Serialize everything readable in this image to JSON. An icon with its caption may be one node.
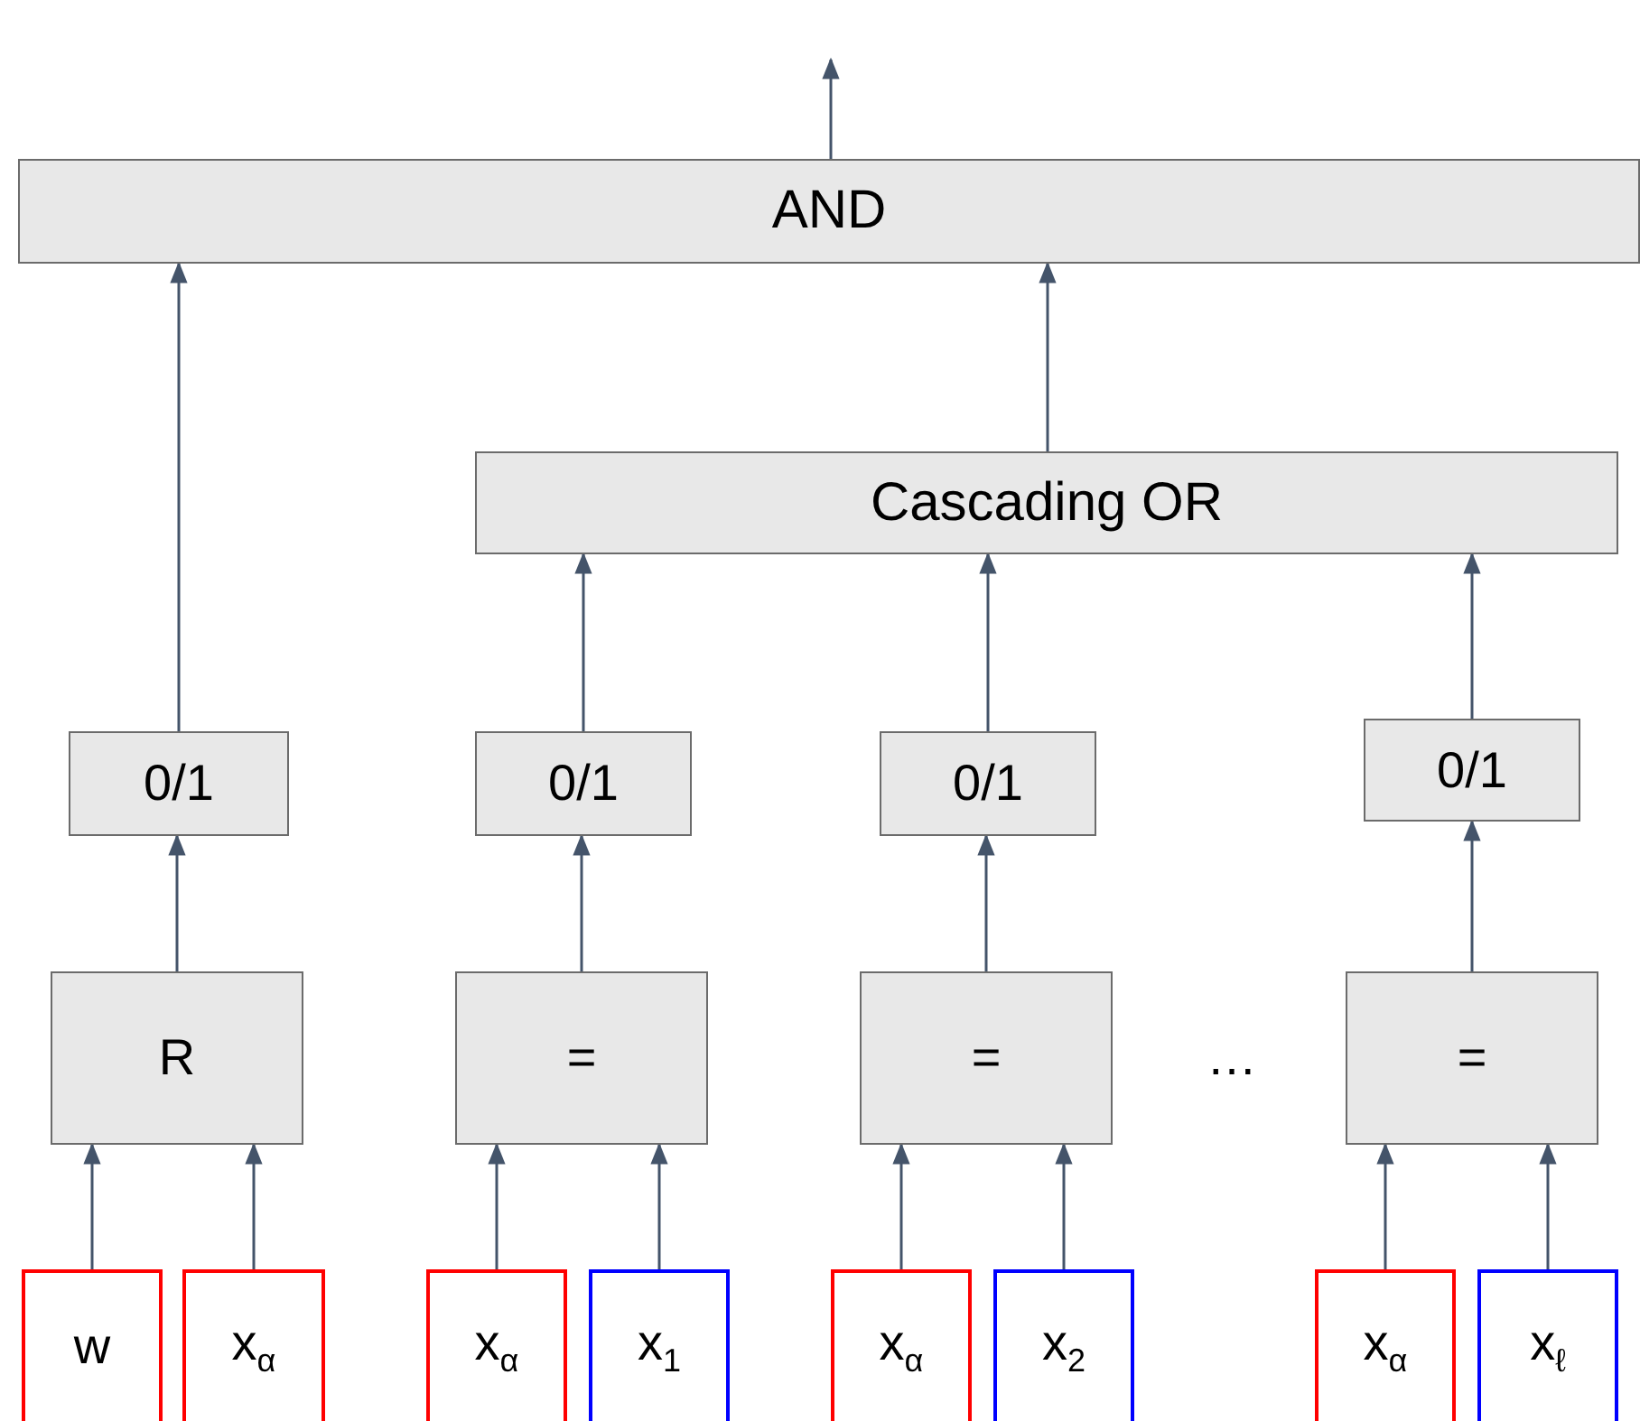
{
  "diagram": {
    "nodes": [
      {
        "text": [
          "AND"
        ]
      },
      {
        "text": [
          "Cascading OR"
        ]
      },
      {
        "text": [
          "0/1"
        ]
      },
      {
        "text": [
          "0/1"
        ]
      },
      {
        "text": [
          "0/1"
        ]
      },
      {
        "text": [
          "0/1"
        ]
      },
      {
        "text": [
          "R"
        ]
      },
      {
        "text": [
          "="
        ]
      },
      {
        "text": [
          "="
        ]
      },
      {
        "text": [
          "="
        ]
      },
      {
        "text": [
          "w"
        ]
      },
      {
        "text": [
          "x$_{α}$"
        ]
      },
      {
        "text": [
          "x$_{α}$"
        ]
      },
      {
        "text": [
          "x$_{1}$"
        ]
      },
      {
        "text": [
          "x$_{α}$"
        ]
      },
      {
        "text": [
          "x$_{2}$"
        ]
      },
      {
        "text": [
          "x$_{α}$"
        ]
      },
      {
        "text": [
          "x$_{ℓ}$"
        ]
      }
    ],
    "edges": [
      {
        "from": 0,
        "to": null,
        "arrow": "to"
      },
      {
        "from": 2,
        "to": 0,
        "arrow": "to"
      },
      {
        "from": 1,
        "to": 0,
        "arrow": "to"
      },
      {
        "from": 3,
        "to": 1,
        "arrow": "to"
      },
      {
        "from": 4,
        "to": 1,
        "arrow": "to"
      },
      {
        "from": 5,
        "to": 1,
        "arrow": "to"
      },
      {
        "from": 6,
        "to": 2,
        "arrow": "to"
      },
      {
        "from": 7,
        "to": 3,
        "arrow": "to"
      },
      {
        "from": 8,
        "to": 4,
        "arrow": "to"
      },
      {
        "from": 9,
        "to": 5,
        "arrow": "to"
      },
      {
        "from": 10,
        "to": 6,
        "arrow": "to"
      },
      {
        "from": 11,
        "to": 6,
        "arrow": "to"
      },
      {
        "from": 12,
        "to": 7,
        "arrow": "to"
      },
      {
        "from": 13,
        "to": 7,
        "arrow": "to"
      },
      {
        "from": 14,
        "to": 8,
        "arrow": "to"
      },
      {
        "from": 15,
        "to": 8,
        "arrow": "to"
      },
      {
        "from": 16,
        "to": 9,
        "arrow": "to"
      },
      {
        "from": 17,
        "to": 9,
        "arrow": "to"
      }
    ],
    "labels": [
      "…"
    ]
  }
}
